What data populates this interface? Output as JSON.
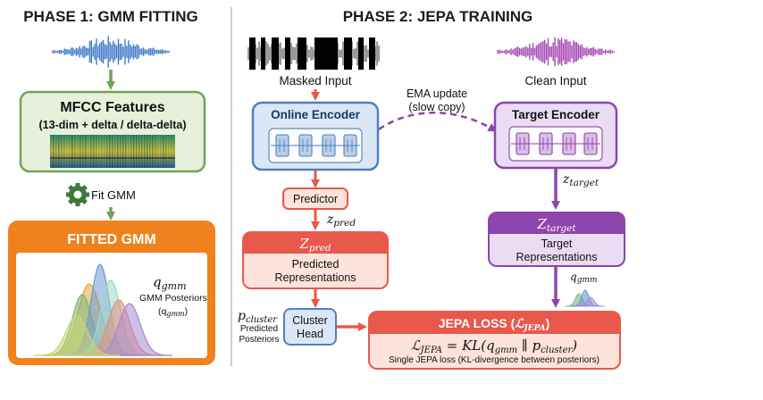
{
  "phase1": {
    "title": "PHASE 1: GMM FITTING",
    "mfcc_title": "MFCC Features",
    "mfcc_sub": "(13-dim + delta / delta-delta)",
    "fit_label": "Fit GMM",
    "fitted_title": "FITTED GMM",
    "q_symbol": "q",
    "q_sub": "gmm",
    "posteriors_label": "GMM Posteriors",
    "q_paren": "(q",
    "q_paren_sub": "gmm",
    "q_paren_end": ")"
  },
  "phase2": {
    "title": "PHASE 2: JEPA TRAINING",
    "masked_input": "Masked Input",
    "clean_input": "Clean Input",
    "ema_line1": "EMA update",
    "ema_line2": "(slow copy)",
    "online_encoder": "Online Encoder",
    "target_encoder": "Target Encoder",
    "z_target_label": "z",
    "z_target_sub": "target",
    "predictor": "Predictor",
    "z_pred_label": "z",
    "z_pred_sub": "pred",
    "zpred_box_title": "Z",
    "zpred_box_sub": "pred",
    "predicted_line1": "Predicted",
    "predicted_line2": "Representations",
    "ztarget_box_title": "Z",
    "ztarget_box_sub": "target",
    "target_rep_line1": "Target",
    "target_rep_line2": "Representations",
    "qgmm_symbol": "q",
    "qgmm_sub": "gmm",
    "p_cluster_symbol": "p",
    "p_cluster_sub": "cluster",
    "predicted_posteriors_line1": "Predicted",
    "predicted_posteriors_line2": "Posteriors",
    "cluster_head_line1": "Cluster",
    "cluster_head_line2": "Head",
    "jepa_loss_title": "JEPA LOSS (",
    "jepa_loss_L": "ℒ",
    "jepa_loss_sub": "JEPA",
    "jepa_loss_close": ")",
    "formula_L": "ℒ",
    "formula_L_sub": "JEPA",
    "formula_eq": " = KL(q",
    "formula_q_sub": "gmm",
    "formula_mid": " ∥ p",
    "formula_p_sub": "cluster",
    "formula_end": ")",
    "loss_caption": "Single JEPA loss (KL-divergence between posteriors)"
  },
  "colors": {
    "green": "#6fa55a",
    "green_fill": "#e6f0da",
    "orange": "#f0821e",
    "blue": "#4f81bd",
    "blue_fill": "#dbe7f6",
    "purple": "#8e44ad",
    "purple_fill": "#eadcf2",
    "red": "#e8584b",
    "red_fill": "#fde3dc",
    "waveform_blue": "#3c78c8",
    "waveform_purple": "#a546b4"
  }
}
